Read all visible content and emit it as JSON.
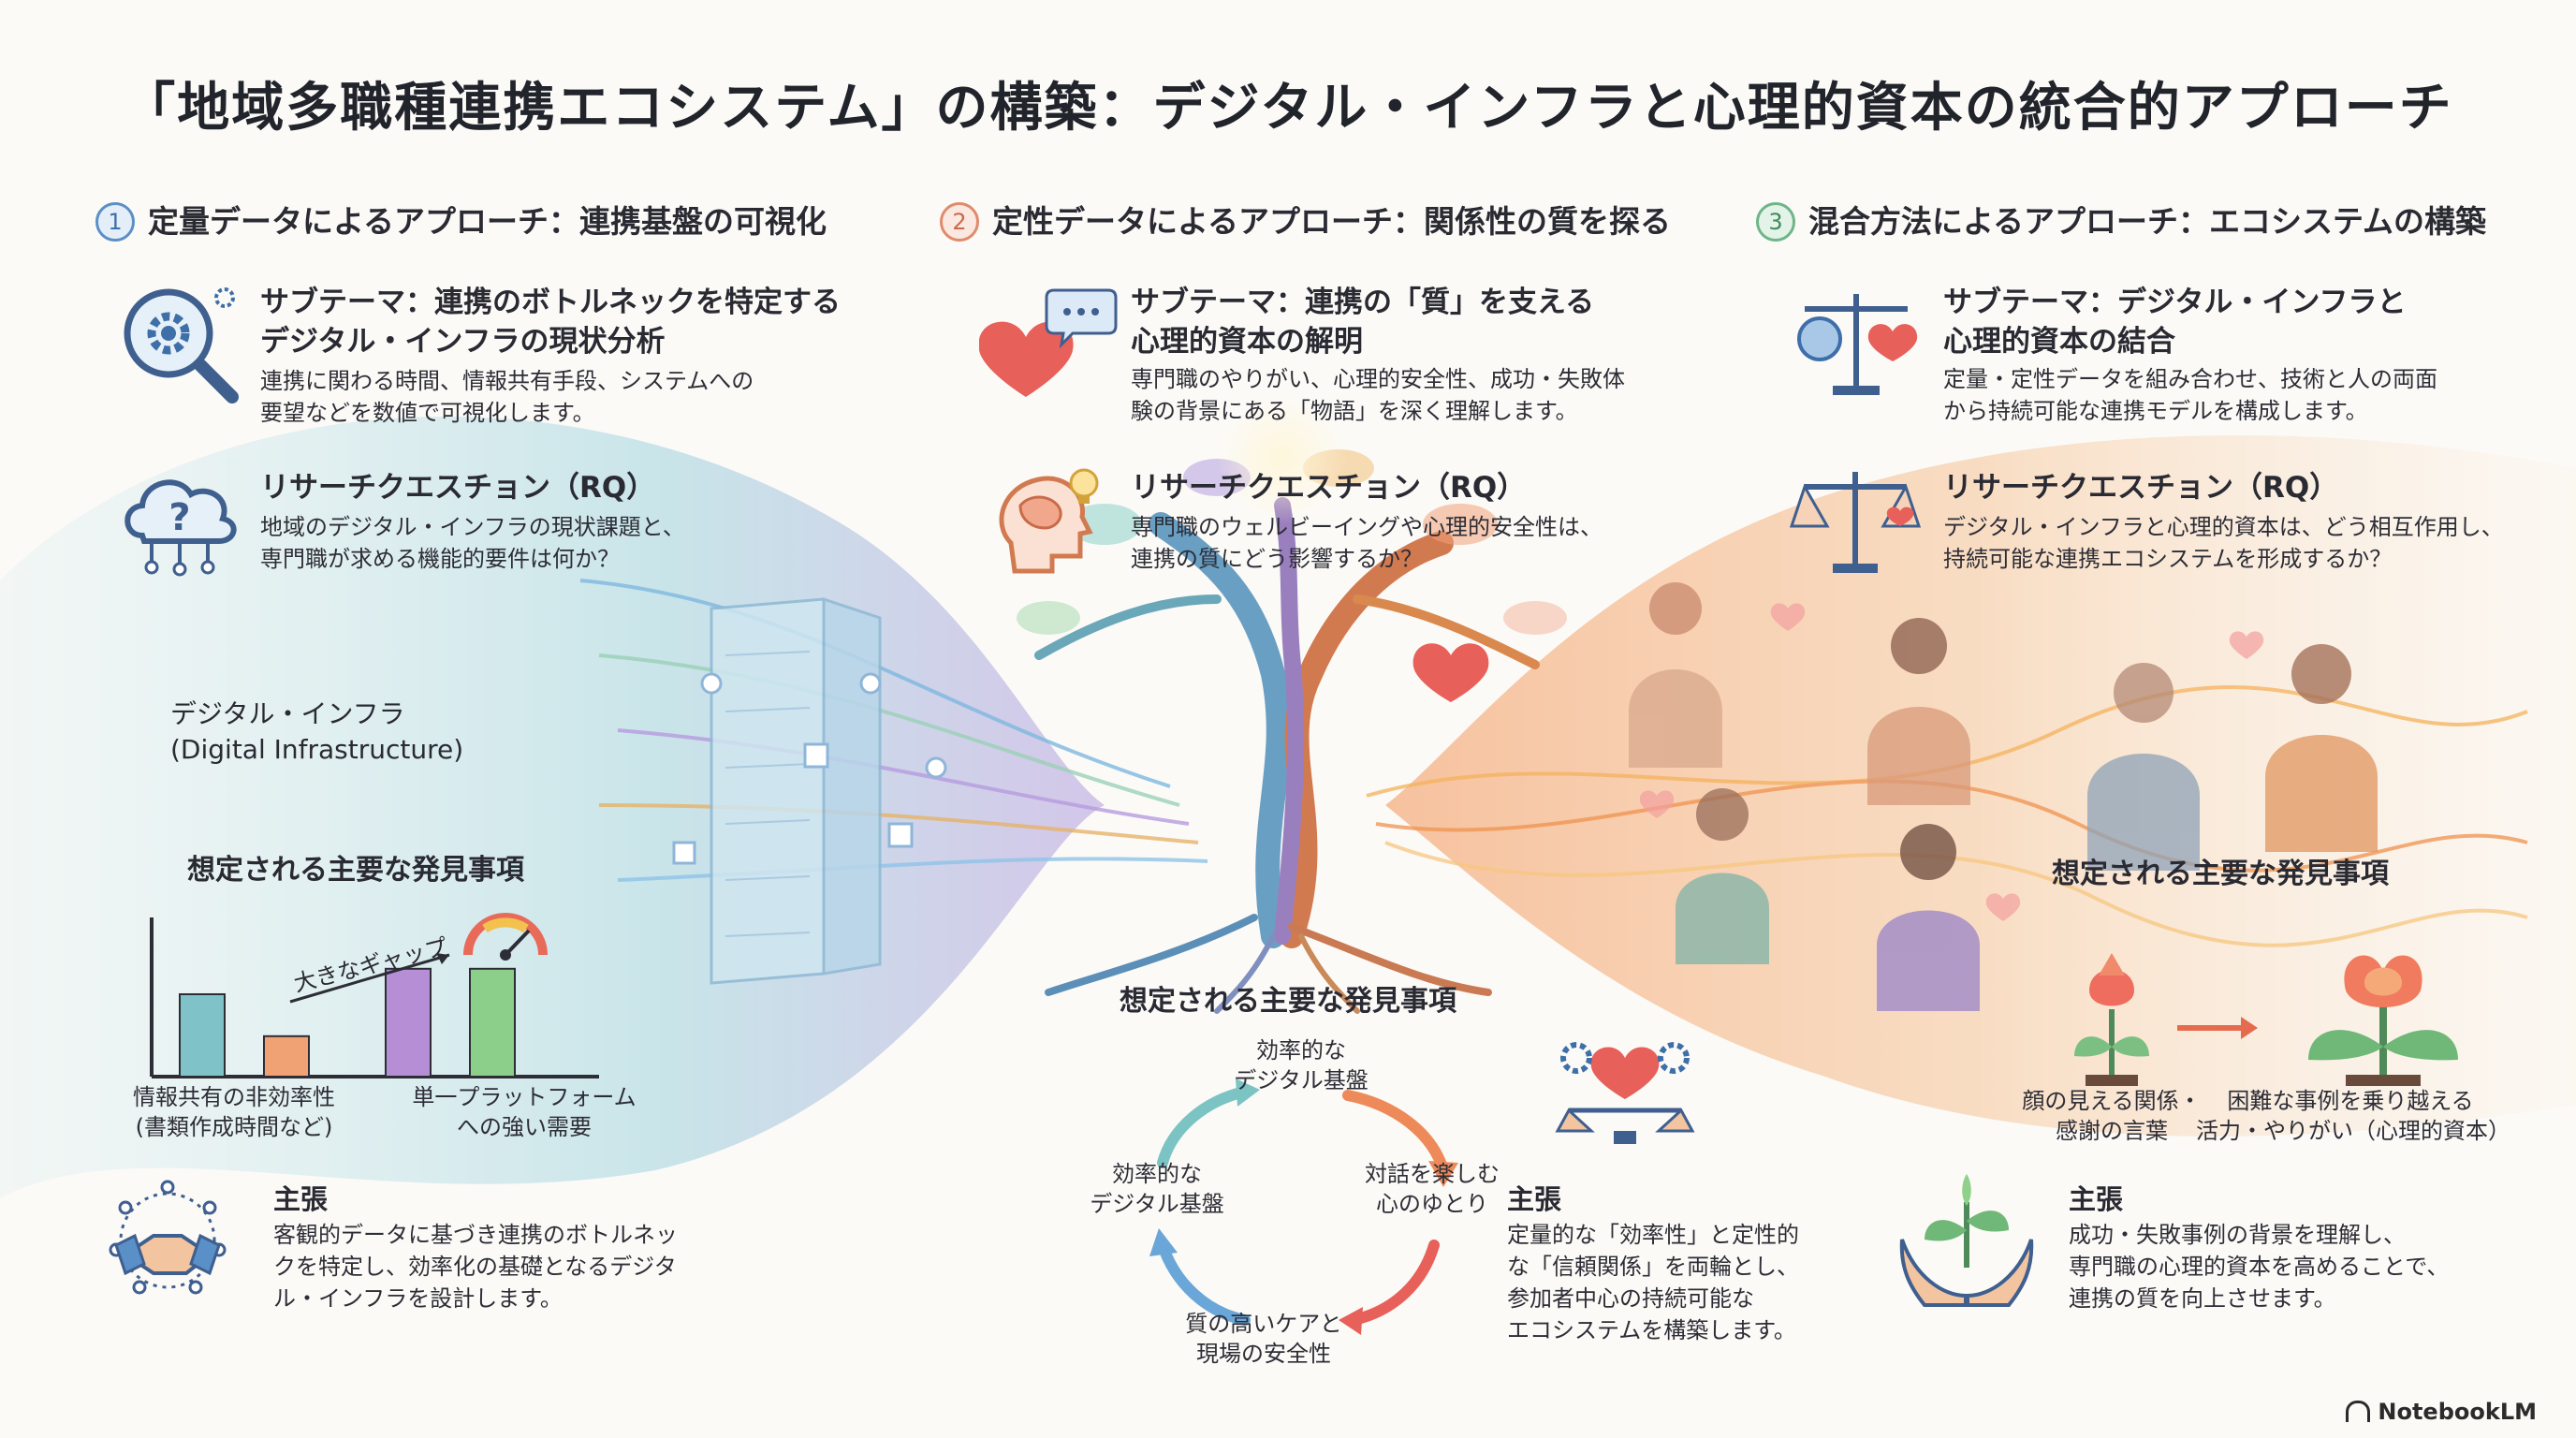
{
  "title": "「地域多職種連携エコシステム」の構築：デジタル・インフラと心理的資本の統合的アプローチ",
  "sections": [
    {
      "number": "1",
      "heading": "定量データによるアプローチ：連携基盤の可視化",
      "subtheme_line1": "サブテーマ：連携のボトルネックを特定する",
      "subtheme_line2": "デジタル・インフラの現状分析",
      "subtheme_body_line1": "連携に関わる時間、情報共有手段、システムへの",
      "subtheme_body_line2": "要望などを数値で可視化します。",
      "rq_heading": "リサーチクエスチョン（RQ）",
      "rq_body_line1": "地域のデジタル・インフラの現状課題と、",
      "rq_body_line2": "専門職が求める機能的要件は何か？",
      "infra_label_line1": "デジタル・インフラ",
      "infra_label_line2": "(Digital Infrastructure)",
      "findings_heading": "想定される主要な発見事項",
      "gap_label": "大きなギャップ",
      "bar_caption_left_line1": "情報共有の非効率性",
      "bar_caption_left_line2": "(書類作成時間など)",
      "bar_caption_right_line1": "単一プラットフォーム",
      "bar_caption_right_line2": "への強い需要",
      "claim_heading": "主張",
      "claim_line1": "客観的データに基づき連携のボトルネッ",
      "claim_line2": "クを特定し、効率化の基礎となるデジタ",
      "claim_line3": "ル・インフラを設計します。"
    },
    {
      "number": "2",
      "heading": "定性データによるアプローチ：関係性の質を探る",
      "subtheme_line1": "サブテーマ：連携の「質」を支える",
      "subtheme_line2": "心理的資本の解明",
      "subtheme_body_line1": "専門職のやりがい、心理的安全性、成功・失敗体",
      "subtheme_body_line2": "験の背景にある「物語」を深く理解します。",
      "rq_heading": "リサーチクエスチョン（RQ）",
      "rq_body_line1": "専門職のウェルビーイングや心理的安全性は、",
      "rq_body_line2": "連携の質にどう影響するか？",
      "findings_heading": "想定される主要な発見事項",
      "cycle_top_line1": "効率的な",
      "cycle_top_line2": "デジタル基盤",
      "cycle_right_line1": "対話を楽しむ",
      "cycle_right_line2": "心のゆとり",
      "cycle_bottom_line1": "質の高いケアと",
      "cycle_bottom_line2": "現場の安全性",
      "cycle_left_line1": "効率的な",
      "cycle_left_line2": "デジタル基盤",
      "claim_heading": "主張",
      "claim_line1": "定量的な「効率性」と定性的",
      "claim_line2": "な「信頼関係」を両輪とし、",
      "claim_line3": "参加者中心の持続可能な",
      "claim_line4": "エコシステムを構築します。"
    },
    {
      "number": "3",
      "heading": "混合方法によるアプローチ：エコシステムの構築",
      "subtheme_line1": "サブテーマ：デジタル・インフラと",
      "subtheme_line2": "心理的資本の結合",
      "subtheme_body_line1": "定量・定性データを組み合わせ、技術と人の両面",
      "subtheme_body_line2": "から持続可能な連携モデルを構成します。",
      "rq_heading": "リサーチクエスチョン（RQ）",
      "rq_body_line1": "デジタル・インフラと心理的資本は、どう相互作用し、",
      "rq_body_line2": "持続可能な連携エコシステムを形成するか？",
      "findings_heading": "想定される主要な発見事項",
      "flower_caption_left_line1": "顔の見える関係・",
      "flower_caption_left_line2": "感謝の言葉",
      "flower_caption_right_line1": "困難な事例を乗り越える",
      "flower_caption_right_line2": "活力・やりがい（心理的資本）",
      "claim_heading": "主張",
      "claim_line1": "成功・失敗事例の背景を理解し、",
      "claim_line2": "専門職の心理的資本を高めることで、",
      "claim_line3": "連携の質を向上させます。"
    }
  ],
  "bar_values": [
    {
      "name": "情報共有の非効率性",
      "value": 55,
      "color": "#7fc3c8"
    },
    {
      "name": "",
      "value": 27,
      "color": "#f0a274"
    },
    {
      "name": "単一プラットフォーム",
      "value": 72,
      "color": "#b58ed6"
    },
    {
      "name": "",
      "value": 72,
      "color": "#8ccf8a"
    }
  ],
  "colors": {
    "blue_flow": "#6fb7d6",
    "orange_flow": "#f2a56f",
    "heart": "#e8605a",
    "accent_blue": "#4f79b8"
  },
  "icons": [
    "magnifier-gear-icon",
    "cloud-question-icon",
    "handshake-network-icon",
    "heart-chat-icon",
    "brain-bulb-icon",
    "balance-brain-heart-icon",
    "balance-heart-icon",
    "hands-plant-icon",
    "balance-heart-gears-icon"
  ],
  "brand": "NotebookLM"
}
